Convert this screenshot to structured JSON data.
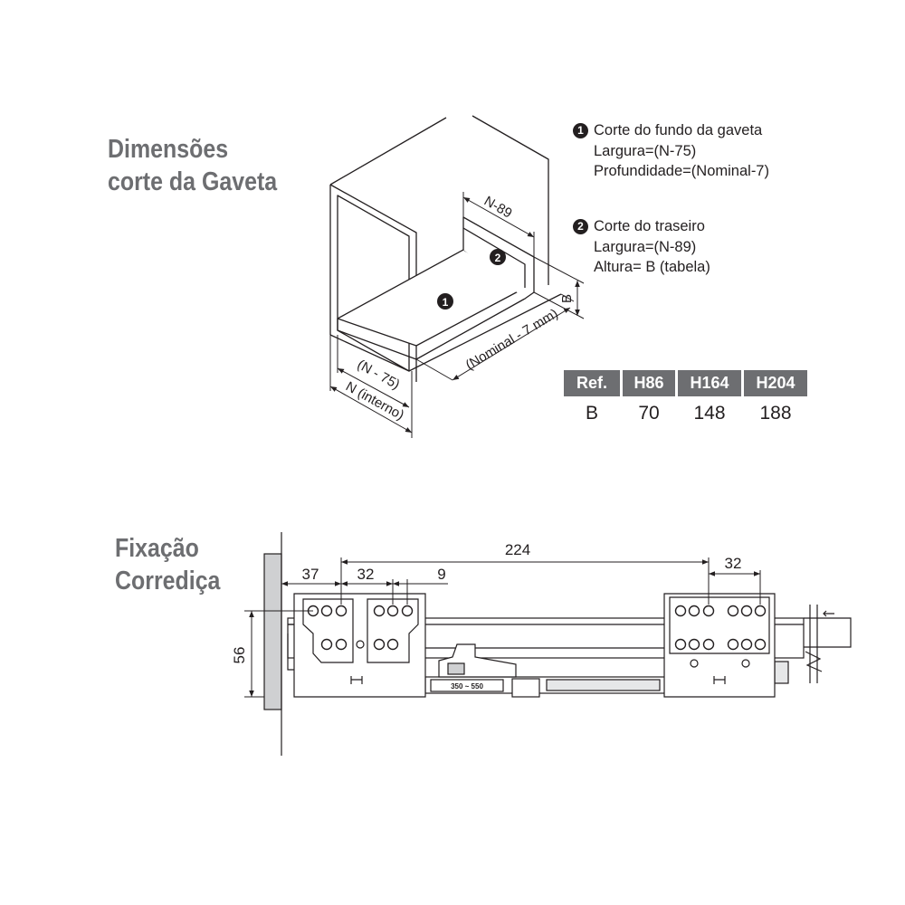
{
  "section1": {
    "title_line1": "Dimensões",
    "title_line2": "corte da Gaveta",
    "notes": [
      {
        "number": "1",
        "lines": [
          "Corte do fundo da gaveta",
          "Largura=(N-75)",
          "Profundidade=(Nominal-7)"
        ]
      },
      {
        "number": "2",
        "lines": [
          "Corte do traseiro",
          "Largura=(N-89)",
          "Altura= B (tabela)"
        ]
      }
    ],
    "drawing_labels": {
      "n89": "N-89",
      "b": "B",
      "nominal": "(Nominal - 7 mm)",
      "n75": "(N - 75)",
      "n_interno": "N (interno)",
      "marker1": "1",
      "marker2": "2"
    },
    "table": {
      "headers": [
        "Ref.",
        "H86",
        "H164",
        "H204"
      ],
      "row": [
        "B",
        "70",
        "148",
        "188"
      ]
    }
  },
  "section2": {
    "title_line1": "Fixação",
    "title_line2": "Corrediça",
    "dimensions": {
      "d224": "224",
      "d37": "37",
      "d32a": "32",
      "d9": "9",
      "d32b": "32",
      "d56": "56"
    },
    "slide_label": "350 ~ 550"
  }
}
